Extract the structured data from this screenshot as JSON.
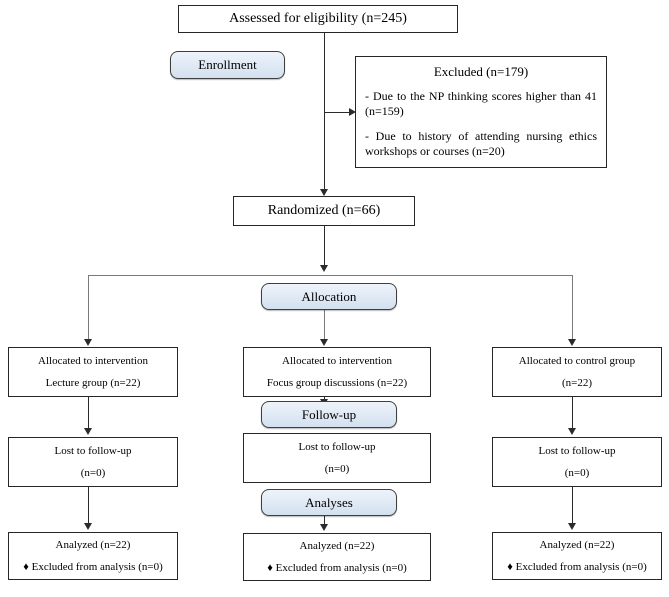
{
  "diagram": {
    "title": "CONSORT participant flow diagram",
    "accent_blue": "#dfe9f4",
    "border_color": "#262626",
    "background": "#ffffff"
  },
  "top": {
    "assessed": "Assessed for eligibility (n=245)",
    "excluded": {
      "heading": "Excluded (n=179)",
      "reason1": "- Due to the NP thinking scores higher than 41 (n=159)",
      "reason2": "- Due to history of attending nursing ethics workshops or courses (n=20)"
    },
    "randomized": "Randomized (n=66)"
  },
  "stages": {
    "enrollment": "Enrollment",
    "allocation": "Allocation",
    "followup": "Follow-up",
    "analyses": "Analyses"
  },
  "arms": [
    {
      "id": "lecture",
      "allocation_line1": "Allocated to intervention",
      "allocation_line2": "Lecture group (n=22)",
      "lost_line1": "Lost to follow-up",
      "lost_line2": "(n=0)",
      "analyzed_line1": "Analyzed (n=22)",
      "analyzed_line2": "♦ Excluded from analysis (n=0)"
    },
    {
      "id": "focus-group",
      "allocation_line1": "Allocated to intervention",
      "allocation_line2": "Focus group discussions (n=22)",
      "lost_line1": "Lost to follow-up",
      "lost_line2": "(n=0)",
      "analyzed_line1": "Analyzed (n=22)",
      "analyzed_line2": "♦ Excluded from analysis (n=0)"
    },
    {
      "id": "control",
      "allocation_line1": "Allocated to control group",
      "allocation_line2": "(n=22)",
      "lost_line1": "Lost to follow-up",
      "lost_line2": "(n=0)",
      "analyzed_line1": "Analyzed (n=22)",
      "analyzed_line2": "♦ Excluded from analysis (n=0)"
    }
  ]
}
